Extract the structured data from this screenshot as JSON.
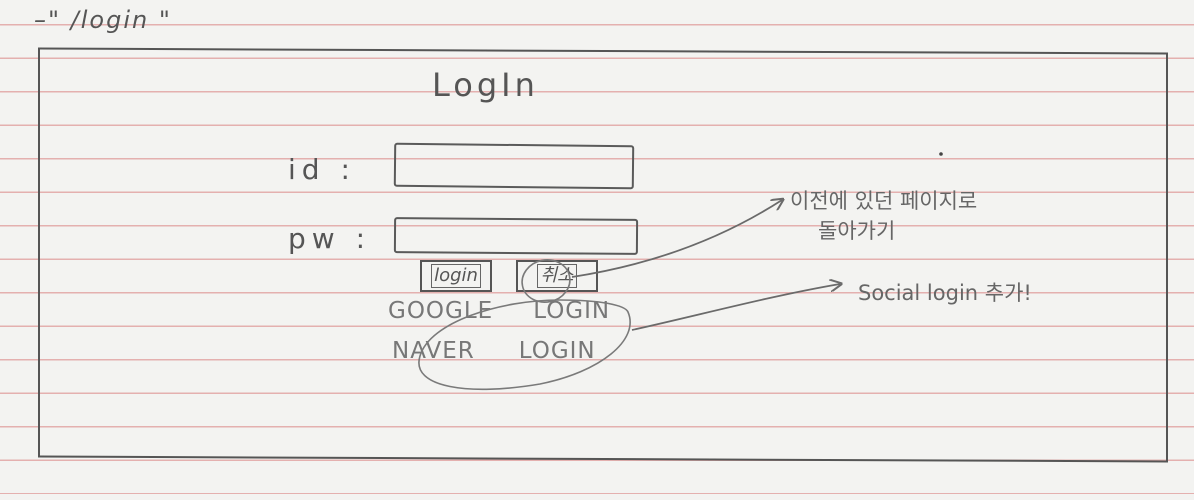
{
  "sketch": {
    "route": "–\" /login \"",
    "title": "LogIn",
    "id_label": "id :",
    "pw_label": "pw :",
    "id_value": "",
    "pw_value": "",
    "login_button": "login",
    "cancel_button": "취소",
    "google_login": [
      "GOOGLE",
      "LOGIN"
    ],
    "naver_login": [
      "NAVER",
      "LOGIN"
    ],
    "note_back": [
      "이전에 있던 페이지로",
      "돌아가기"
    ],
    "note_social": "Social login 추가!"
  },
  "colors": {
    "paper": "#f3f3f1",
    "rule_line": "#d67878",
    "pencil": "#555555"
  }
}
